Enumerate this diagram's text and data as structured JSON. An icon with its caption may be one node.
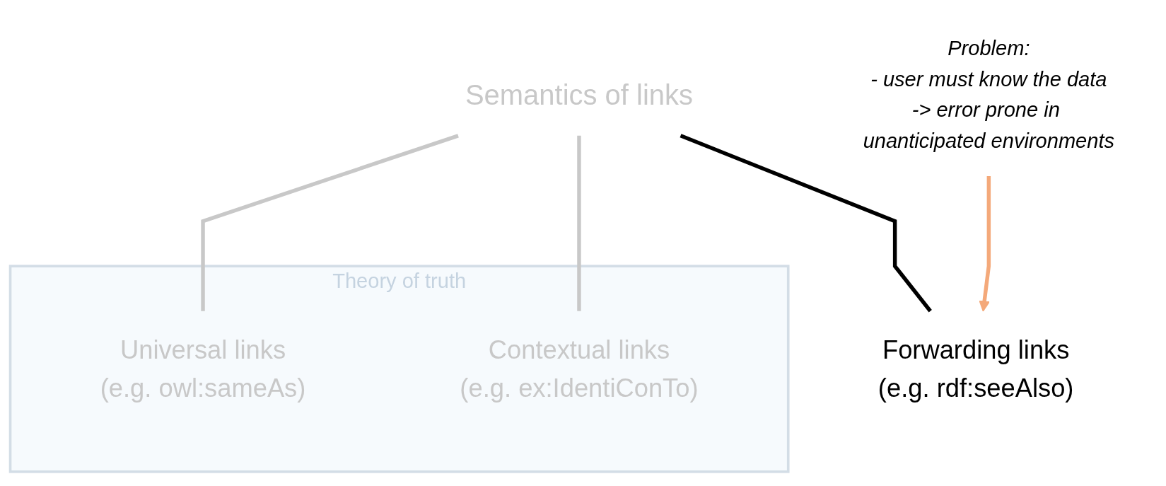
{
  "diagram": {
    "nodes": [
      {
        "text": [
          "Semantics of links"
        ]
      },
      {
        "text": [
          "Forwarding links",
          "(e.g. rdf:seeAlso)"
        ]
      },
      {
        "text": [
          "Theory of truth"
        ]
      },
      {
        "text": [
          "Universal links",
          "(e.g. owl:sameAs)"
        ],
        "in": 2
      },
      {
        "text": [
          "Contextual links",
          "(e.g. ex:IdentiConTo)"
        ],
        "in": 2
      },
      {
        "text": [
          "Problem:",
          "- user must know the data",
          "-> error prone in unanticipated environments"
        ]
      }
    ],
    "edges": [
      {
        "from": 0,
        "to": 1,
        "arrow": "none",
        "color": "#000000"
      },
      {
        "from": 0,
        "to": 3,
        "arrow": "none"
      },
      {
        "from": 0,
        "to": 4,
        "arrow": "none"
      },
      {
        "from": 5,
        "to": 1,
        "arrow": "to",
        "color": "#f4a97a"
      }
    ]
  }
}
